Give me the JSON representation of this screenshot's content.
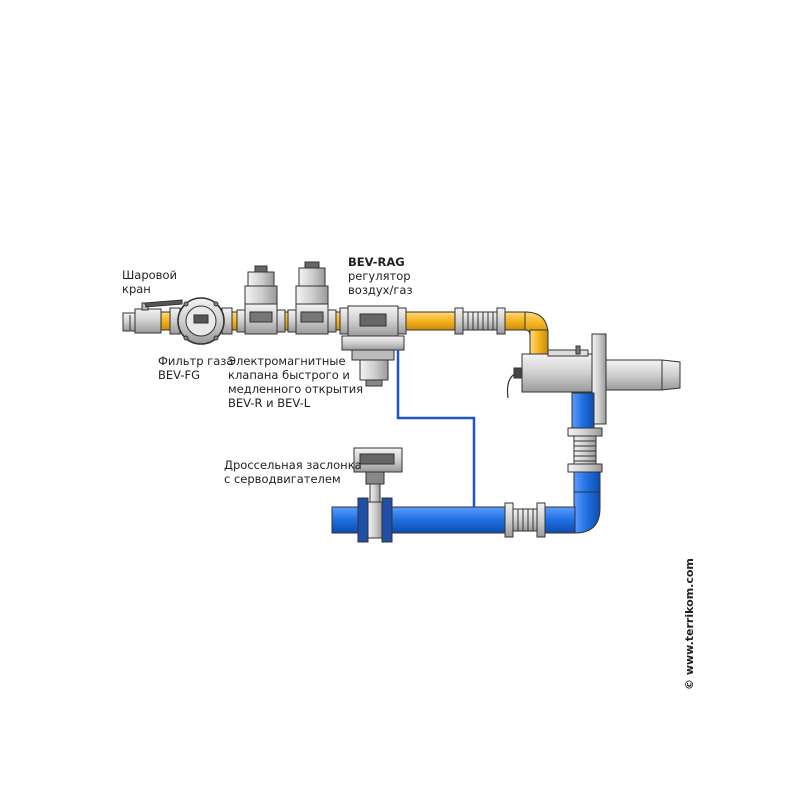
{
  "labels": {
    "ball_valve": [
      "Шаровой",
      "кран"
    ],
    "gas_filter": [
      "Фильтр газа",
      "BEV-FG"
    ],
    "solenoid_valves": [
      "Электромагнитные",
      "клапана быстрого и",
      "медленного открытия",
      "BEV-R и BEV-L"
    ],
    "regulator_title": "BEV-RAG",
    "regulator_desc": [
      "регулятор",
      "воздух/газ"
    ],
    "throttle": [
      "Дроссельная заслонка",
      "с серводвигателем"
    ]
  },
  "watermark": "© www.terrikom.com",
  "colors": {
    "gas_pipe": "#f5b41e",
    "air_pipe": "#1f6fe0",
    "impulse_line": "#1a56c4",
    "outline": "#333333",
    "valve_body": "#d9d9d9"
  }
}
